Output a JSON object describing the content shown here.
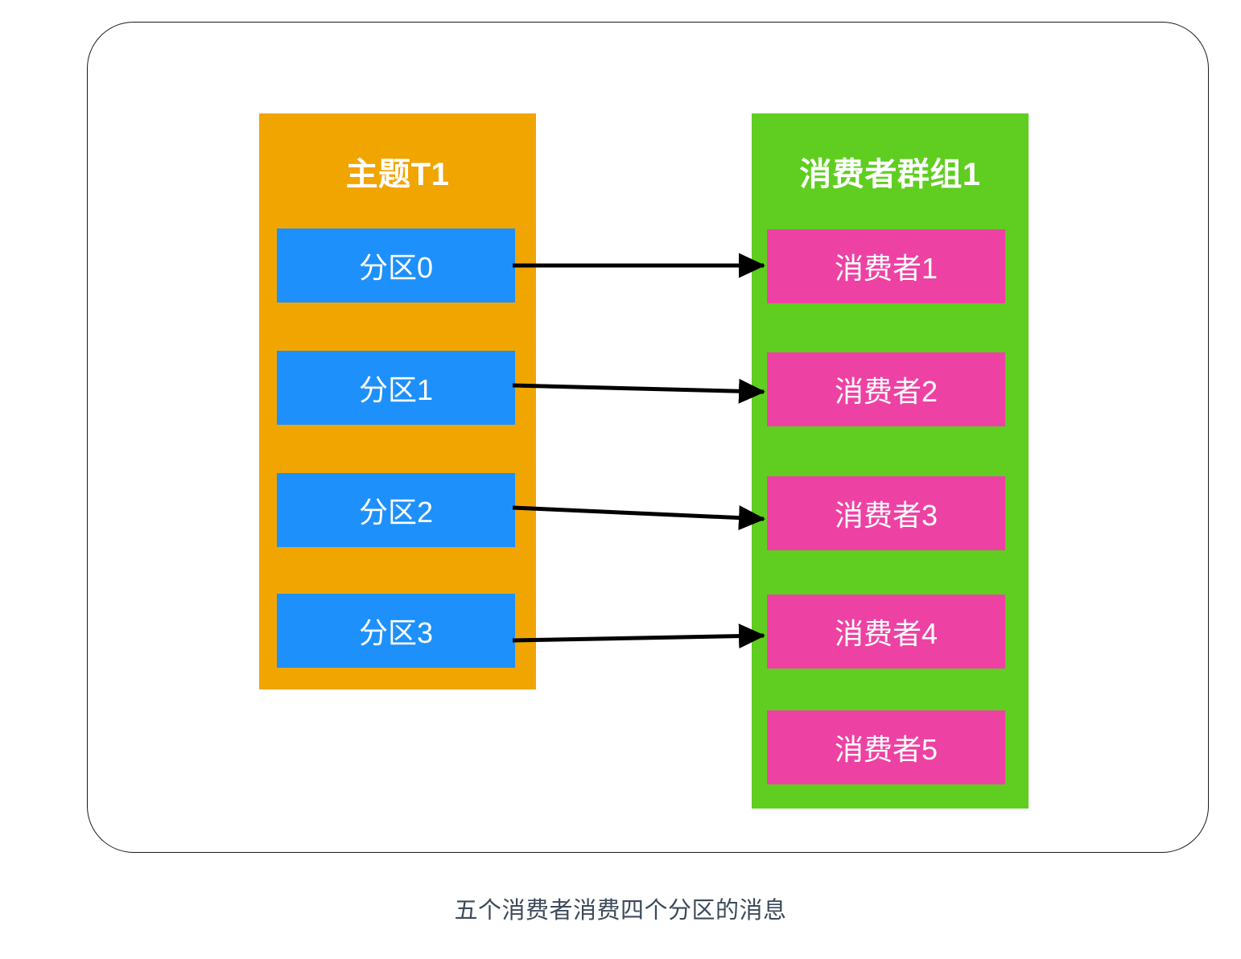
{
  "diagram": {
    "caption": "五个消费者消费四个分区的消息",
    "frame": {
      "name": "outer-rounded-frame"
    },
    "topic": {
      "title": "主题T1",
      "color": "#F0A500",
      "item_color": "#1E90FB",
      "partitions": [
        {
          "label": "分区0"
        },
        {
          "label": "分区1"
        },
        {
          "label": "分区2"
        },
        {
          "label": "分区3"
        }
      ]
    },
    "consumer_group": {
      "title": "消费者群组1",
      "color": "#5FCE20",
      "item_color": "#ED42A3",
      "consumers": [
        {
          "label": "消费者1"
        },
        {
          "label": "消费者2"
        },
        {
          "label": "消费者3"
        },
        {
          "label": "消费者4"
        },
        {
          "label": "消费者5"
        }
      ]
    },
    "arrows": [
      {
        "from": "分区0",
        "to": "消费者1"
      },
      {
        "from": "分区1",
        "to": "消费者2"
      },
      {
        "from": "分区2",
        "to": "消费者3"
      },
      {
        "from": "分区3",
        "to": "消费者4"
      }
    ],
    "colors": {
      "arrow": "#000000",
      "frame_border": "#1b1b1b",
      "caption_text": "#3c4a5a",
      "box_text": "#ffffff",
      "background": "#ffffff"
    }
  }
}
